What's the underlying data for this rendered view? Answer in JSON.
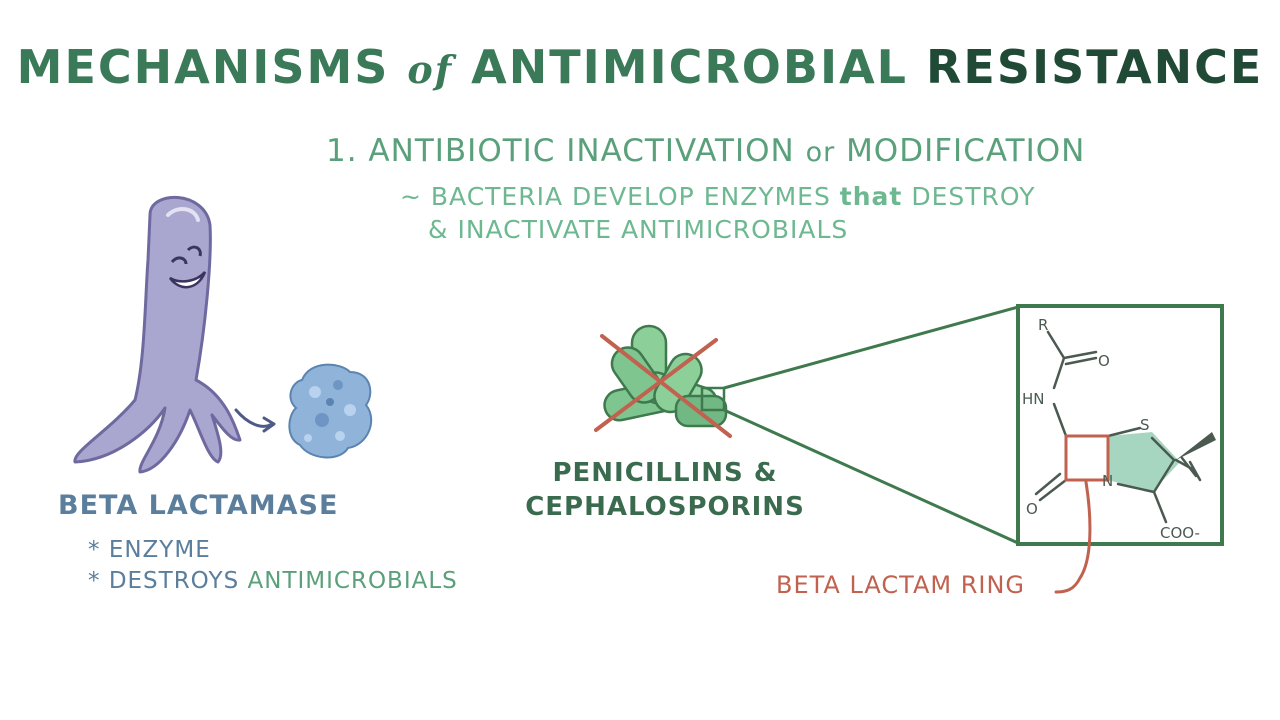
{
  "title": {
    "part1": "MECHANISMS",
    "part2": "of",
    "part3": "ANTIMICROBIAL",
    "part4": "RESISTANCE"
  },
  "mechanism": {
    "heading_a": "1. ANTIBIOTIC INACTIVATION",
    "heading_or": "or",
    "heading_b": "MODIFICATION",
    "desc_line1_a": "~ BACTERIA DEVELOP ENZYMES",
    "desc_line1_that": "that",
    "desc_line1_b": "DESTROY",
    "desc_line2": "& INACTIVATE ANTIMICROBIALS"
  },
  "enzyme": {
    "name": "BETA LACTAMASE",
    "bullet_mark": "*",
    "bullet1": "ENZYME",
    "bullet2_a": "DESTROYS",
    "bullet2_b": "ANTIMICROBIALS"
  },
  "drugs": {
    "line1": "PENICILLINS &",
    "line2": "CEPHALOSPORINS"
  },
  "structure": {
    "r": "R",
    "o_top": "O",
    "hn": "HN",
    "s": "S",
    "n": "N",
    "o_bottom": "O",
    "coo": "COO-"
  },
  "ring_label": "BETA LACTAM RING",
  "colors": {
    "title_green": "#3b7a58",
    "title_dark": "#214a36",
    "heading_green": "#5aa07b",
    "desc_green": "#6db890",
    "enzyme_blue": "#5a7e9c",
    "bacterium_purple": "#a9a6cf",
    "enzyme_blob": "#8fb3d9",
    "pill_green": "#7fc58f",
    "cross_red": "#c0624f",
    "box_green": "#3f7a4e",
    "ring_fill": "#a6d6c0"
  }
}
